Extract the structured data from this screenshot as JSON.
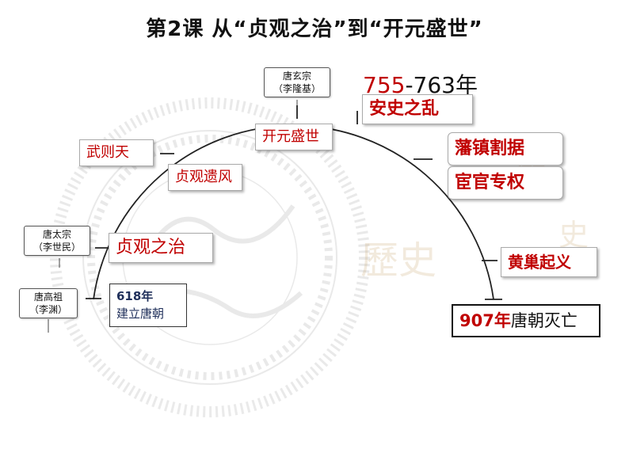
{
  "title": "第2课  从“贞观之治”到“开元盛世”",
  "emperors": {
    "gaozu": {
      "name": "唐高祖",
      "given": "（李渊）"
    },
    "taizong": {
      "name": "唐太宗",
      "given": "（李世民）"
    },
    "xuanzong": {
      "name": "唐玄宗",
      "given": "（李隆基）"
    }
  },
  "events": {
    "founding_year": "618年",
    "founding_text": "建立唐朝",
    "zhenguan_rule": "贞观之治",
    "wu_zetian": "武则天",
    "zhenguan_legacy": "贞观遗风",
    "kaiyuan": "开元盛世",
    "anshi_years_start": "755",
    "anshi_years_end": "-763年",
    "anshi": "安史之乱",
    "fanzhen": "藩镇割据",
    "eunuch": "宦官专权",
    "huangchao": "黄巢起义",
    "fall_year": "907年",
    "fall_text": "唐朝灭亡"
  },
  "background_marks": [
    "歷史",
    "歷",
    "史"
  ],
  "colors": {
    "accent_red": "#c00000",
    "dark_blue": "#1f2f5a"
  }
}
